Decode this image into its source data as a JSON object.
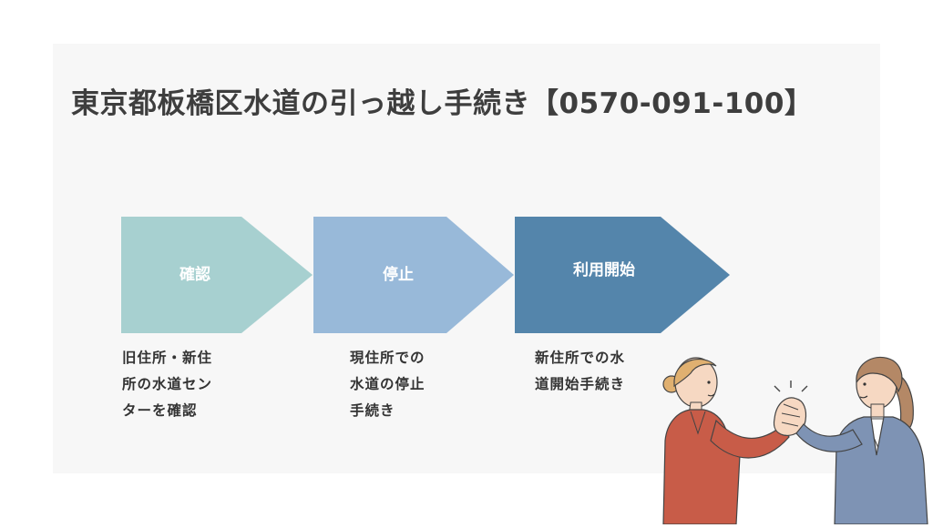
{
  "title": "東京都板橋区水道の引っ越し手続き【0570-091-100】",
  "steps": [
    {
      "label": "確認",
      "color": "#a7d0d0",
      "desc_lines": [
        "旧住所・新住",
        "所の水道セン",
        "ターを確認"
      ]
    },
    {
      "label": "停止",
      "color": "#98b9d9",
      "desc_lines": [
        "現住所での",
        "水道の停止",
        "手続き"
      ]
    },
    {
      "label": "利用開始",
      "color": "#5485ab",
      "desc_lines": [
        "新住所での水",
        "道開始手続き"
      ]
    }
  ],
  "colors": {
    "panel": "#f7f7f7",
    "title_text": "#3e3e3e",
    "left_jacket": "#c85c48",
    "right_jacket": "#7e93b4"
  },
  "illustration": {
    "icon": "handshake-illustration"
  }
}
